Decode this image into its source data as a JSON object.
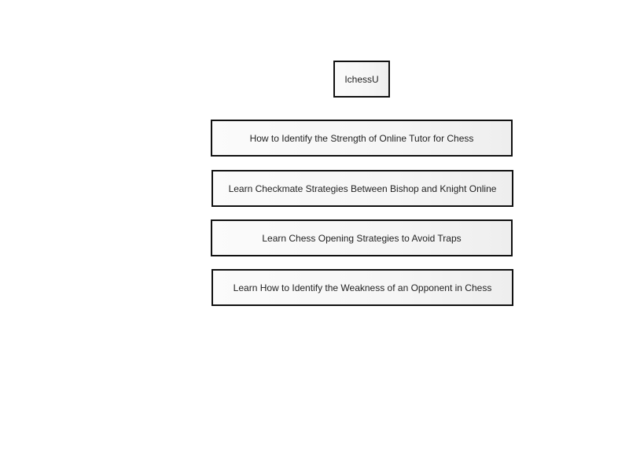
{
  "diagram": {
    "root": {
      "label": "IchessU"
    },
    "items": [
      {
        "label": "How to Identify the Strength of Online Tutor for Chess"
      },
      {
        "label": "Learn Checkmate Strategies Between Bishop and Knight Online"
      },
      {
        "label": "Learn Chess Opening Strategies to Avoid Traps"
      },
      {
        "label": "Learn How to Identify the Weakness of an Opponent in Chess"
      }
    ]
  }
}
